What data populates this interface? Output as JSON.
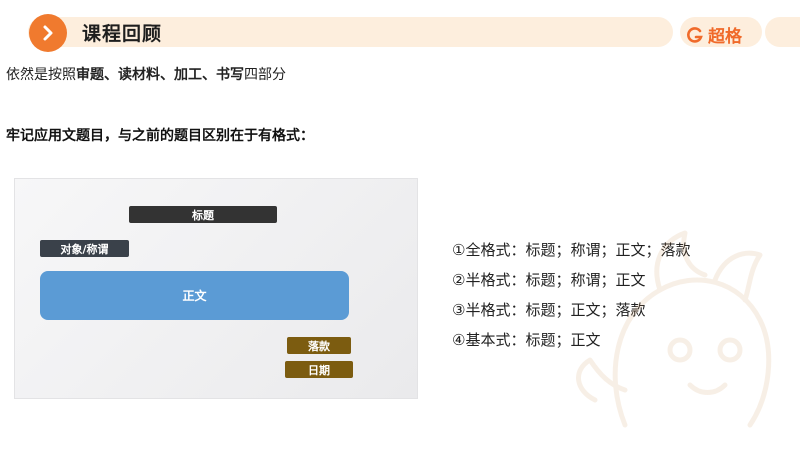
{
  "header": {
    "title": "课程回顾",
    "logo_text": "超格"
  },
  "intro": {
    "prefix": "依然是按照",
    "bold": "审题、读材料、加工、书写",
    "suffix": "四部分"
  },
  "note": "牢记应用文题目，与之前的题目区别在于有格式：",
  "diagram": {
    "title_label": "标题",
    "salutation_label": "对象/称谓",
    "body_label": "正文",
    "sign_label": "落款",
    "date_label": "日期"
  },
  "formats": [
    "①全格式：标题；称谓；正文；落款",
    "②半格式：标题；称谓；正文",
    "③半格式：标题；正文；落款",
    "④基本式：标题；正文"
  ],
  "colors": {
    "accent": "#f07a2e",
    "header_bg": "#fdeedd",
    "body_box": "#5b9bd5",
    "sign_box": "#7c5c10"
  }
}
